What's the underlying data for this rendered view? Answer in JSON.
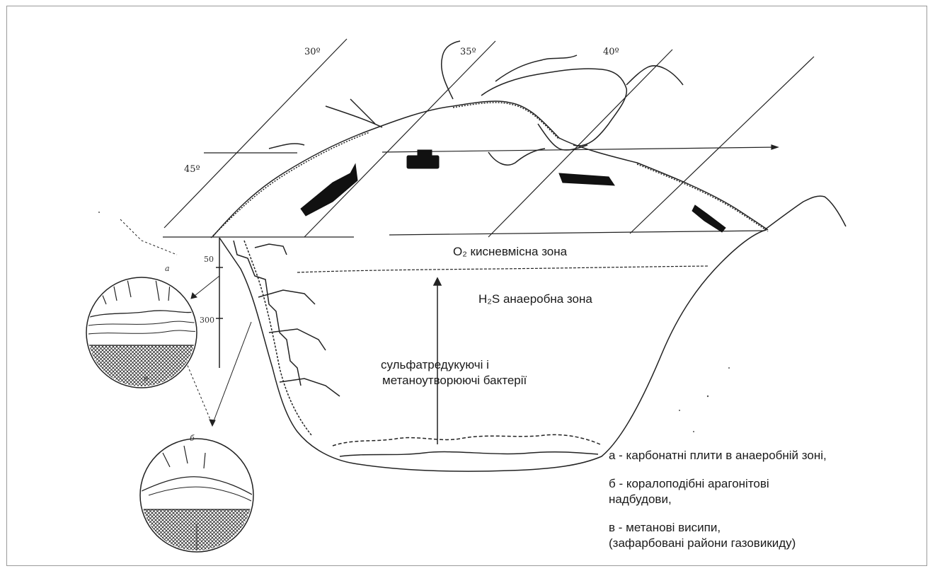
{
  "degree_labels": [
    "30º",
    "35º",
    "40º",
    "45º"
  ],
  "depth_labels": [
    "50",
    "300"
  ],
  "inset_letters": [
    "а",
    "б",
    "в"
  ],
  "zones": {
    "oxic": "O₂ кисневмісна зона",
    "anoxic": "H₂S анаеробна зона",
    "bacteria_line1": "сульфатредукуючі і",
    "bacteria_line2": "метаноутворюючі бактерії"
  },
  "legend": {
    "a": "а - карбонатні плити в анаеробній зоні,",
    "b_line1": "б - коралоподібні арагонітові",
    "b_line2": "надбудови,",
    "v_line1": "в - метанові висипи,",
    "v_line2": "(зафарбовані райони газовикиду)"
  },
  "colors": {
    "ink": "#1a1a1a",
    "frame": "#9a9a9a",
    "background": "#ffffff"
  }
}
